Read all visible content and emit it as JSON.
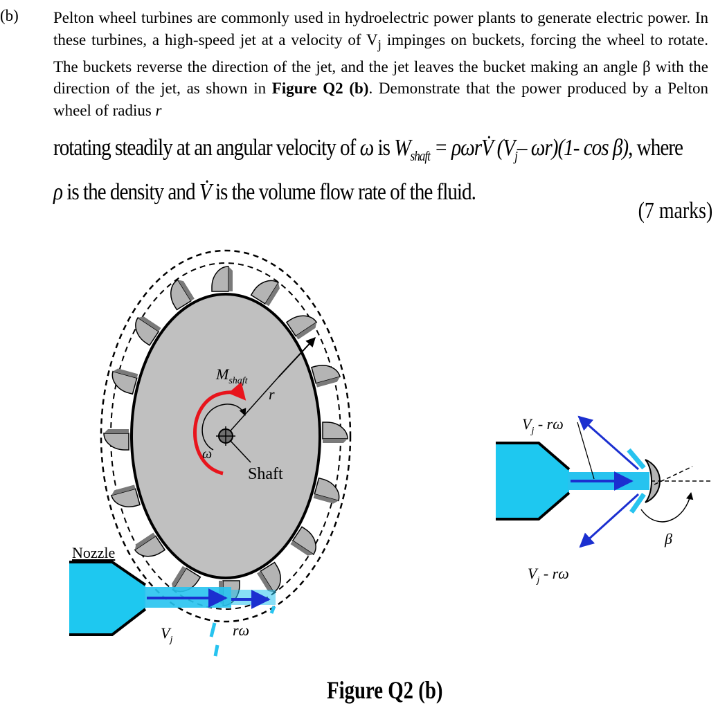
{
  "question": {
    "label": "(b)",
    "text_1": "Pelton wheel turbines are commonly used in hydroelectric power plants to generate electric power. In these turbines, a high-speed jet at a velocity of V",
    "text_1_sub": "j",
    "text_2": " impinges on buckets, forcing the wheel to rotate. The buckets reverse the direction of the jet, and the jet leaves the bucket making an angle β with the direction of the jet, as shown in ",
    "figure_ref": "Figure Q2 (b)",
    "text_3": ". Demonstrate that the power produced by a Pelton wheel of radius ",
    "radius_symbol": "r",
    "eq_line_1a": "rotating steadily at an angular velocity of ",
    "omega": "ω",
    "eq_is": " is ",
    "W": "W",
    "W_sub": "shaft",
    "eq_rhs": " = ρωrV̇ (V",
    "eq_rhs_sub": "j",
    "eq_rhs_2": "– ωr)(1- cos β)",
    "eq_where": ", where",
    "rho": "ρ",
    "eq_line_2": " is the density and ",
    "Vdot": "V̇",
    "eq_line_2b": " is the volume flow rate of the fluid.",
    "marks": "(7 marks)"
  },
  "figure": {
    "caption": "Figure Q2 (b)",
    "labels": {
      "moment_M": "M",
      "moment_sub": "shaft",
      "radius": "r",
      "omega": "ω",
      "shaft": "Shaft",
      "nozzle": "Nozzle",
      "jet_velocity_V": "V",
      "jet_velocity_sub": "j",
      "bucket_speed": "rω",
      "rel_velocity_upper_V": "V",
      "rel_velocity_upper_sub": "j",
      "rel_velocity_upper_rest": " - rω",
      "rel_velocity_lower_V": "V",
      "rel_velocity_lower_sub": "j",
      "rel_velocity_lower_rest": " - rω",
      "angle": "β"
    },
    "colors": {
      "wheel": "#c0c0c0",
      "bucket": "#b4b4b4",
      "jet": "#27c3ef",
      "nozzle": "#1ec8f0",
      "arrow_blue": "#1b2fd0",
      "moment_red": "#e8141c"
    }
  }
}
